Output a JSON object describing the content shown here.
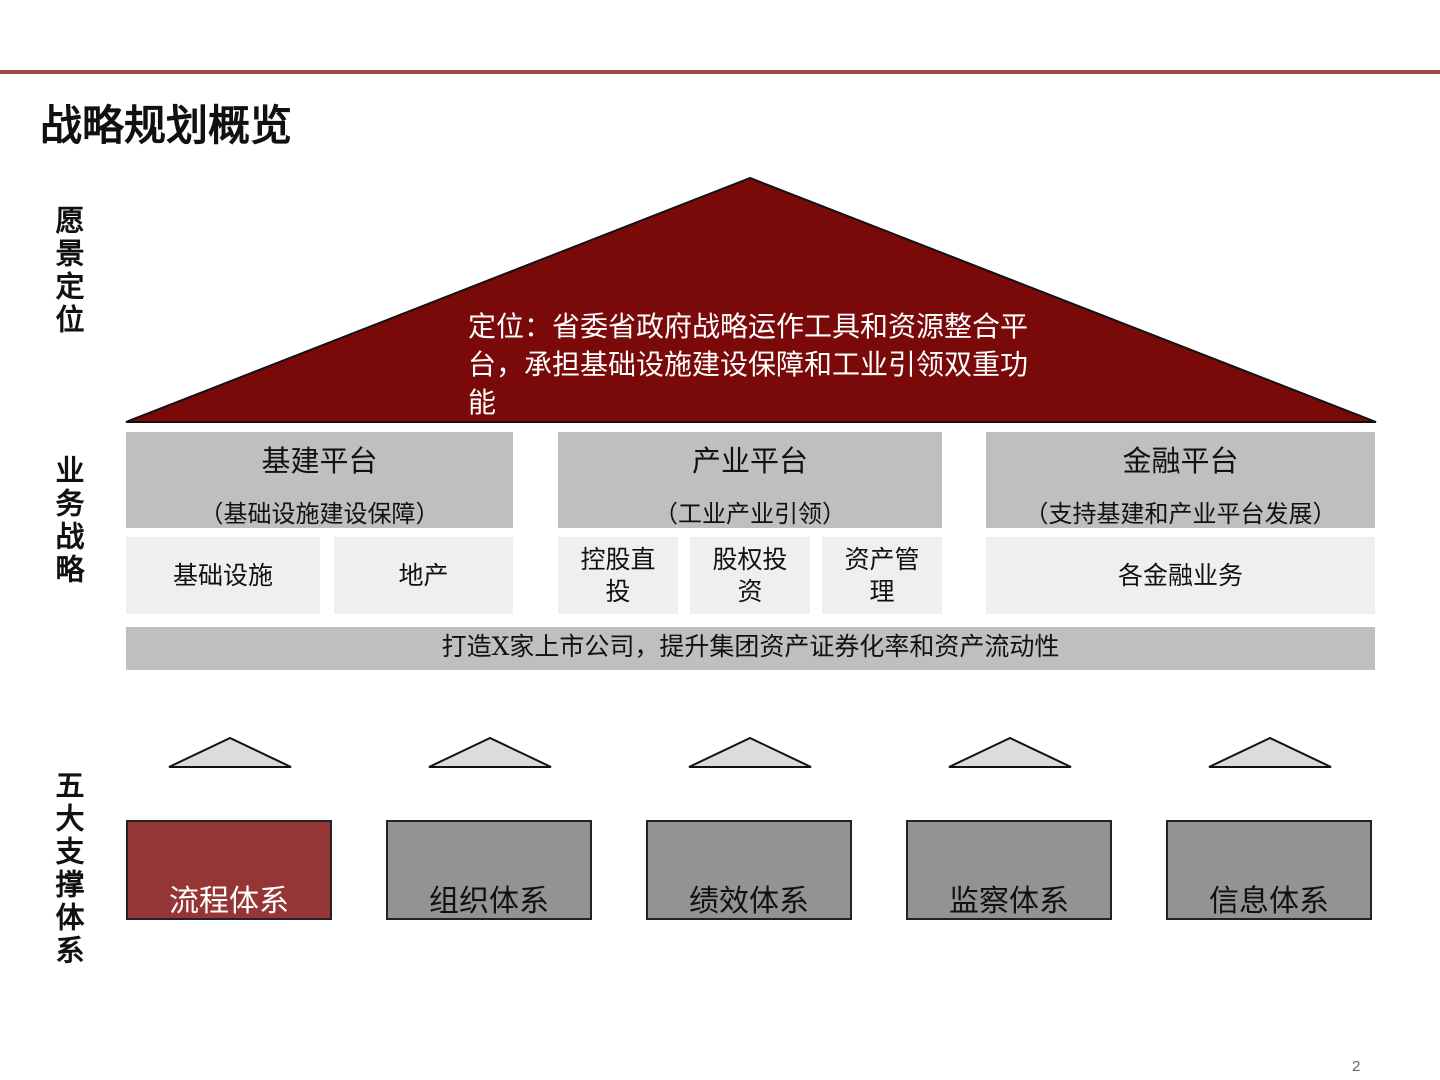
{
  "title": "战略规划概览",
  "side_labels": {
    "vision": "愿景定位",
    "business": "业务战略",
    "support": "五大支撑体系"
  },
  "roof_text": "定位：省委省政府战略运作工具和资源整合平台，承担基础设施建设保障和工业引领双重功能",
  "platforms": [
    {
      "name": "基建平台",
      "desc": "（基础设施建设保障）",
      "subs": [
        "基础设施",
        "地产"
      ]
    },
    {
      "name": "产业平台",
      "desc": "（工业产业引领）",
      "subs": [
        "控股直投",
        "股权投资",
        "资产管理"
      ]
    },
    {
      "name": "金融平台",
      "desc": "（支持基建和产业平台发展）",
      "subs": [
        "各金融业务"
      ]
    }
  ],
  "bottom_bar": "打造X家上市公司，提升集团资产证券化率和资产流动性",
  "pillars": [
    "流程体系",
    "组织体系",
    "绩效体系",
    "监察体系",
    "信息体系"
  ],
  "page_number": "2",
  "colors": {
    "roof": "#7a0a0a",
    "highlight": "#953535",
    "gray": "#939393",
    "platform": "#bfbfbf",
    "sub": "#efefef"
  }
}
